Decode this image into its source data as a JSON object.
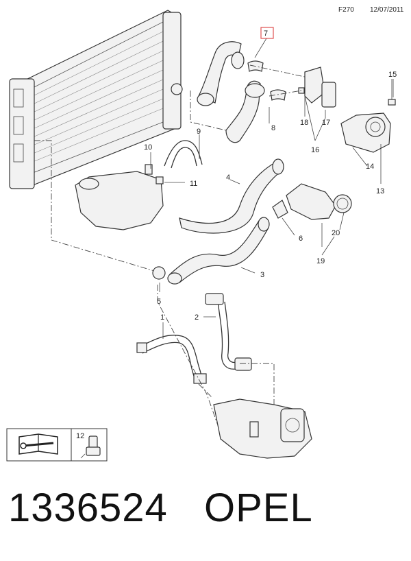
{
  "header": {
    "code": "F270",
    "date": "12/07/2011"
  },
  "callouts": {
    "n1": "1",
    "n2": "2",
    "n3": "3",
    "n4": "4",
    "n5": "5",
    "n6": "6",
    "n7": "7",
    "n8": "8",
    "n9": "9",
    "n10": "10",
    "n11": "11",
    "n12": "12",
    "n13": "13",
    "n14": "14",
    "n15": "15",
    "n16": "16",
    "n17": "17",
    "n18": "18",
    "n19": "19",
    "n20": "20"
  },
  "highlight_color": "#e05050",
  "legend": {
    "icon": "manual-wrench-icon"
  },
  "footer": {
    "part_number": "1336524",
    "brand": "OPEL"
  }
}
